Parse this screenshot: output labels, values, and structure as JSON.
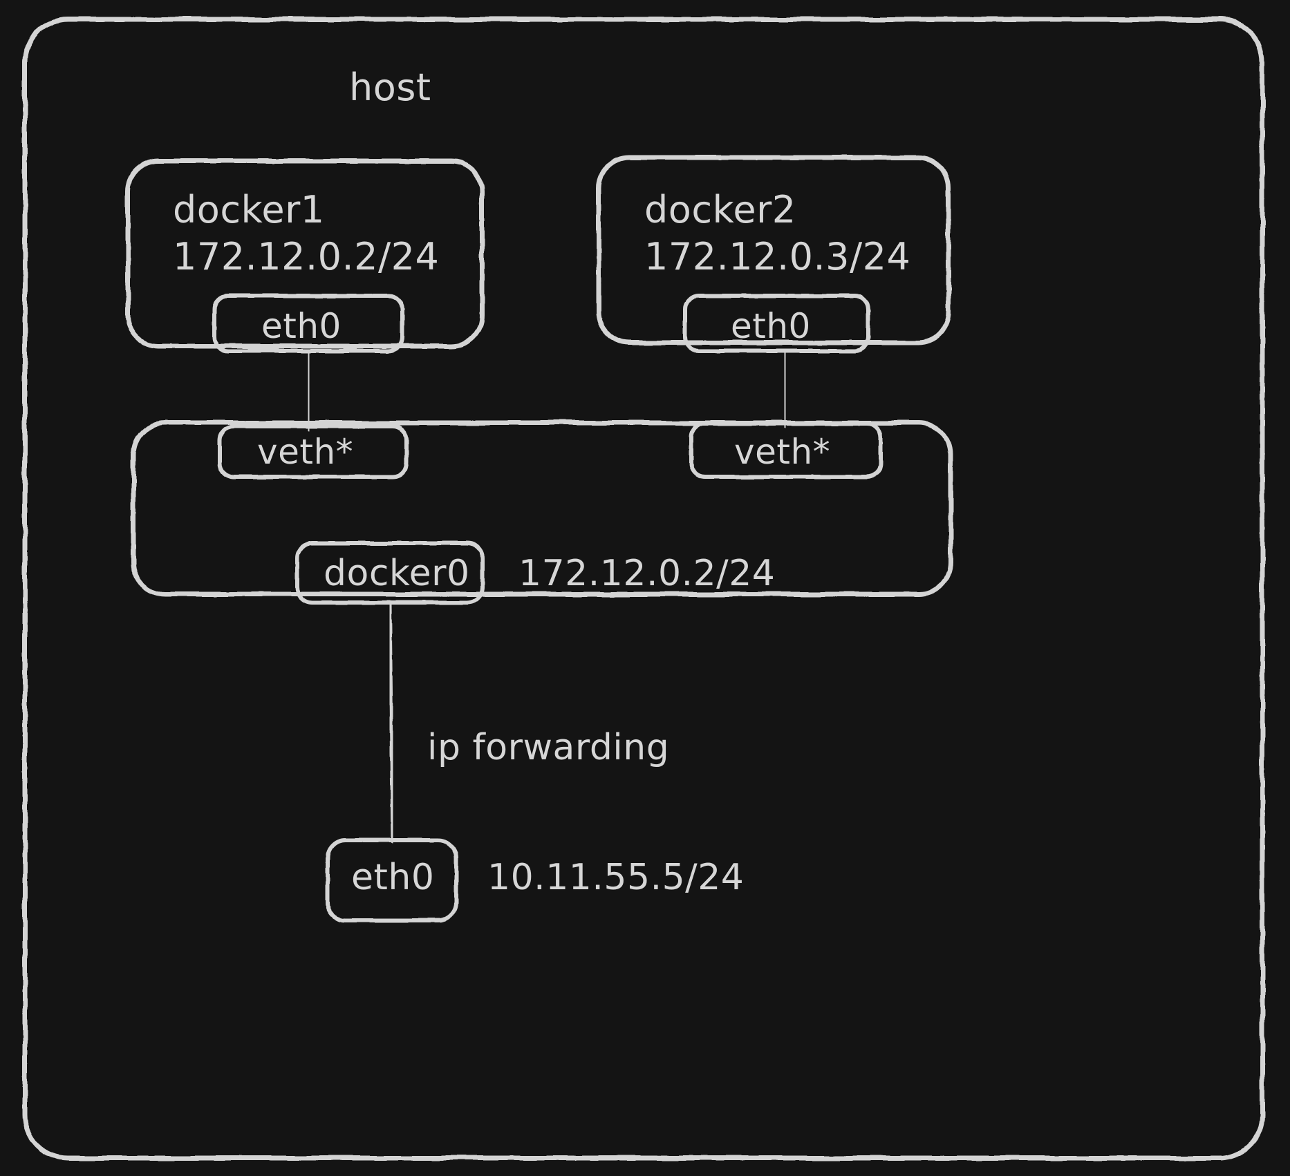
{
  "diagram": {
    "title": "host",
    "background_color": "#141414",
    "stroke_color": "#d4d4d4",
    "text_color": "#d6d6d6",
    "style": "hand-drawn"
  },
  "host": {
    "label": "host"
  },
  "containers": [
    {
      "name": "docker1",
      "ip": "172.12.0.2/24",
      "interface": "eth0"
    },
    {
      "name": "docker2",
      "ip": "172.12.0.3/24",
      "interface": "eth0"
    }
  ],
  "bridge": {
    "veth_left": "veth*",
    "veth_right": "veth*",
    "name": "docker0",
    "ip": "172.12.0.2/24"
  },
  "uplink": {
    "note": "ip forwarding",
    "interface": "eth0",
    "ip": "10.11.55.5/24"
  }
}
